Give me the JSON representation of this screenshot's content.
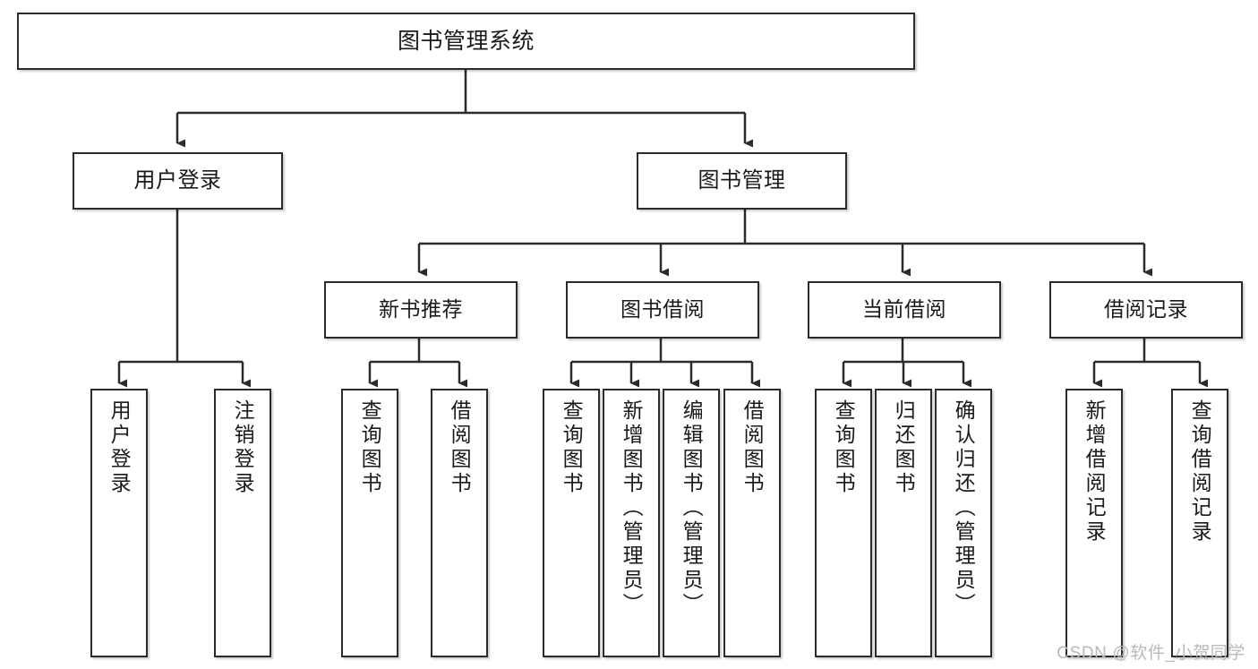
{
  "diagram": {
    "title": "图书管理系统",
    "type": "hierarchy-tree",
    "watermark": "CSDN @软件_小贺同学",
    "colors": {
      "box_border": "#2b2b2b",
      "box_fill": "#ffffff",
      "connector": "#2b2b2b",
      "text": "#1a1a1a",
      "watermark": "#b9b9b9"
    },
    "root": {
      "label": "图书管理系统"
    },
    "level2": [
      {
        "label": "用户登录"
      },
      {
        "label": "图书管理"
      }
    ],
    "level3": [
      {
        "label": "新书推荐"
      },
      {
        "label": "图书借阅"
      },
      {
        "label": "当前借阅"
      },
      {
        "label": "借阅记录"
      }
    ],
    "leaves": {
      "user_login": [
        {
          "label": "用户登录"
        },
        {
          "label": "注销登录"
        }
      ],
      "new_book_recommend": [
        {
          "label": "查询图书"
        },
        {
          "label": "借阅图书"
        }
      ],
      "book_borrow": [
        {
          "label": "查询图书"
        },
        {
          "label": "新增图书（管理员）"
        },
        {
          "label": "编辑图书（管理员）"
        },
        {
          "label": "借阅图书"
        }
      ],
      "current_borrow": [
        {
          "label": "查询图书"
        },
        {
          "label": "归还图书"
        },
        {
          "label": "确认归还（管理员）"
        }
      ],
      "borrow_record": [
        {
          "label": "新增借阅记录"
        },
        {
          "label": "查询借阅记录"
        }
      ]
    }
  }
}
